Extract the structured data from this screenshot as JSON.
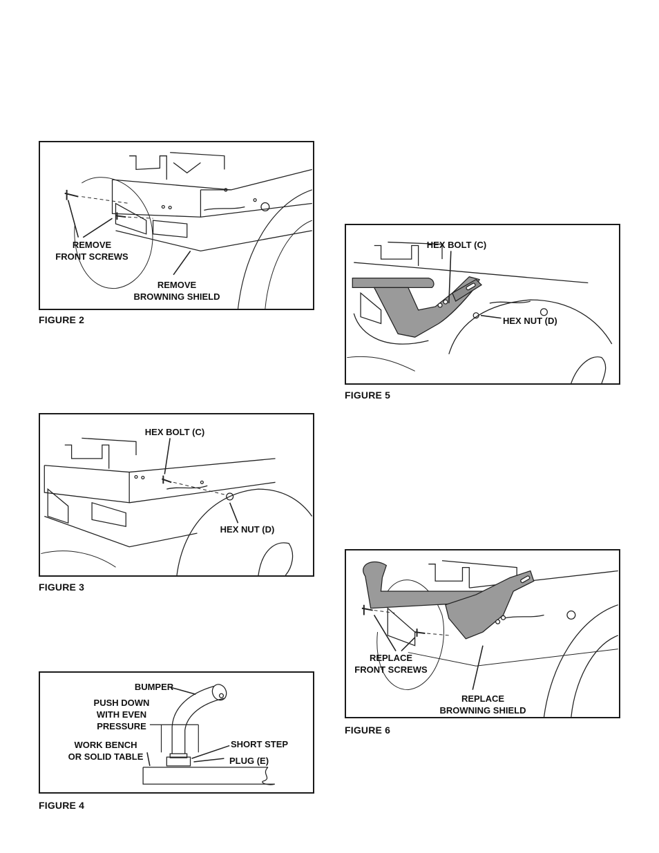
{
  "figure2": {
    "caption": "FIGURE 2",
    "label_remove_l1": "REMOVE",
    "label_remove_l2": "FRONT SCREWS",
    "label_shield_l1": "REMOVE",
    "label_shield_l2": "BROWNING SHIELD"
  },
  "figure3": {
    "caption": "FIGURE 3",
    "hex_bolt": "HEX BOLT (C)",
    "hex_nut": "HEX NUT (D)"
  },
  "figure4": {
    "caption": "FIGURE 4",
    "bumper": "BUMPER",
    "push_l1": "PUSH DOWN",
    "push_l2": "WITH EVEN",
    "push_l3": "PRESSURE",
    "bench_l1": "WORK BENCH",
    "bench_l2": "OR SOLID TABLE",
    "short_step": "SHORT STEP",
    "plug": "PLUG (E)"
  },
  "figure5": {
    "caption": "FIGURE 5",
    "hex_bolt": "HEX BOLT (C)",
    "hex_nut": "HEX NUT (D)"
  },
  "figure6": {
    "caption": "FIGURE 6",
    "label_replace_l1": "REPLACE",
    "label_replace_l2": "FRONT SCREWS",
    "label_shield_l1": "REPLACE",
    "label_shield_l2": "BROWNING SHIELD"
  }
}
